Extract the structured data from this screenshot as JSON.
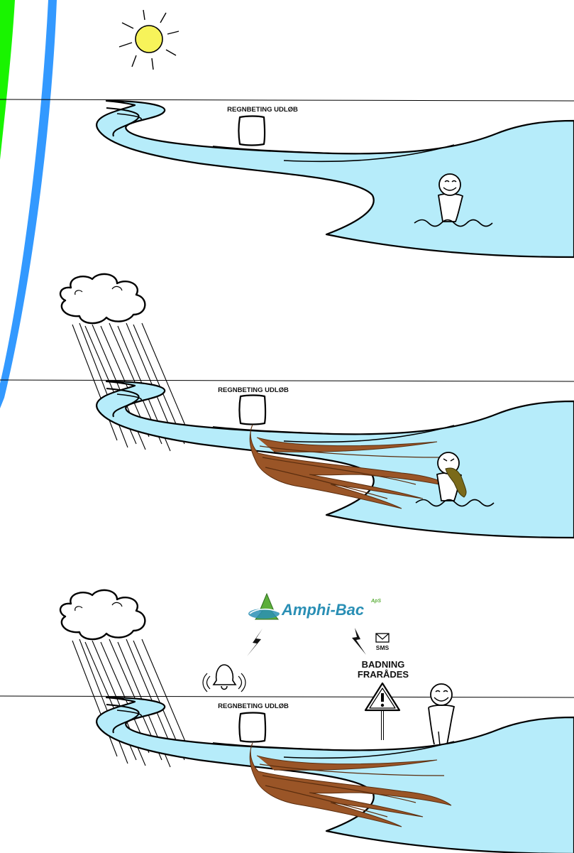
{
  "colors": {
    "water": "#b6ecfa",
    "sewage": "#9a5527",
    "vomit": "#7a6a1a",
    "sun": "#f7f35a",
    "side_green": "#19f400",
    "side_blue": "#3399ff",
    "logo_blue": "#2a8fb5",
    "logo_green": "#5cae3a"
  },
  "scene1": {
    "outlet_label": "REGNBETING UDLØB",
    "icons": [
      "sun-icon",
      "outlet-box-icon",
      "happy-swimmer-icon"
    ]
  },
  "scene2": {
    "outlet_label": "REGNBETING UDLØB",
    "icons": [
      "rain-cloud-icon",
      "outlet-box-icon",
      "sewage-plume-icon",
      "sick-swimmer-icon"
    ]
  },
  "scene3": {
    "outlet_label": "REGNBETING UDLØB",
    "logo_name": "Amphi-Bac",
    "logo_suffix": "ApS",
    "sms_label": "SMS",
    "warning_line1": "BADNING",
    "warning_line2": "FRARÅDES",
    "icons": [
      "rain-cloud-icon",
      "alarm-bell-icon",
      "lightning-icon",
      "envelope-icon",
      "warning-sign-icon",
      "happy-person-icon"
    ]
  }
}
